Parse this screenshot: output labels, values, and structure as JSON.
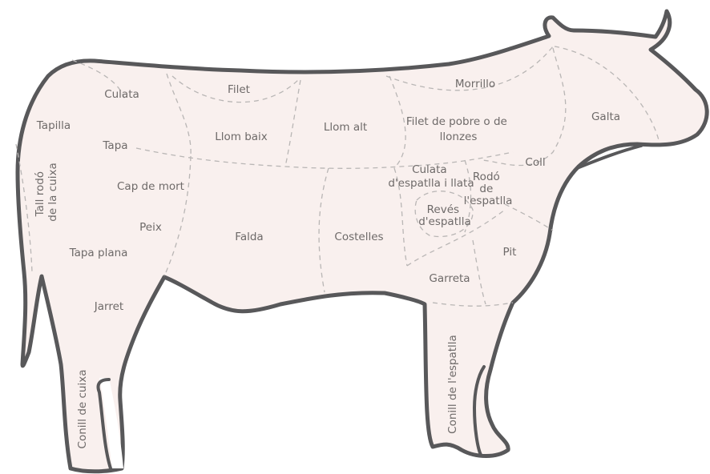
{
  "diagram": {
    "colors": {
      "body_fill": "#f9f0ee",
      "outline": "#58585a",
      "divider": "#b9b6b5",
      "label": "#6e6a69"
    },
    "cuts": [
      {
        "id": "culata",
        "label": "Culata"
      },
      {
        "id": "filet",
        "label": "Filet"
      },
      {
        "id": "morrillo",
        "label": "Morrillo"
      },
      {
        "id": "tapilla",
        "label": "Tapilla"
      },
      {
        "id": "llom-baix",
        "label": "Llom baix"
      },
      {
        "id": "llom-alt",
        "label": "Llom alt"
      },
      {
        "id": "filet-de-pobre",
        "label_lines": [
          "Filet de pobre o de",
          "llonzes"
        ]
      },
      {
        "id": "galta",
        "label": "Galta"
      },
      {
        "id": "tapa",
        "label": "Tapa"
      },
      {
        "id": "coll",
        "label": "Coll"
      },
      {
        "id": "culata-espatlla",
        "label_lines": [
          "Culata",
          "d'espatlla i llata"
        ]
      },
      {
        "id": "rodo-espatlla",
        "label_lines": [
          "Rodó",
          "de",
          "l'espatlla"
        ]
      },
      {
        "id": "tall-rodo-cuixa",
        "label_lines": [
          "Tall rodó",
          "de la cuixa"
        ]
      },
      {
        "id": "cap-de-mort",
        "label": "Cap de mort"
      },
      {
        "id": "reves-espatlla",
        "label_lines": [
          "Revés",
          "d'espatlla"
        ]
      },
      {
        "id": "peix",
        "label": "Peix"
      },
      {
        "id": "falda",
        "label": "Falda"
      },
      {
        "id": "costelles",
        "label": "Costelles"
      },
      {
        "id": "tapa-plana",
        "label": "Tapa plana"
      },
      {
        "id": "pit",
        "label": "Pit"
      },
      {
        "id": "garreta",
        "label": "Garreta"
      },
      {
        "id": "jarret",
        "label": "Jarret"
      },
      {
        "id": "conill-espatlla",
        "label": "Conill de l'espatlla"
      },
      {
        "id": "conill-cuixa",
        "label": "Conill de cuixa"
      }
    ]
  }
}
